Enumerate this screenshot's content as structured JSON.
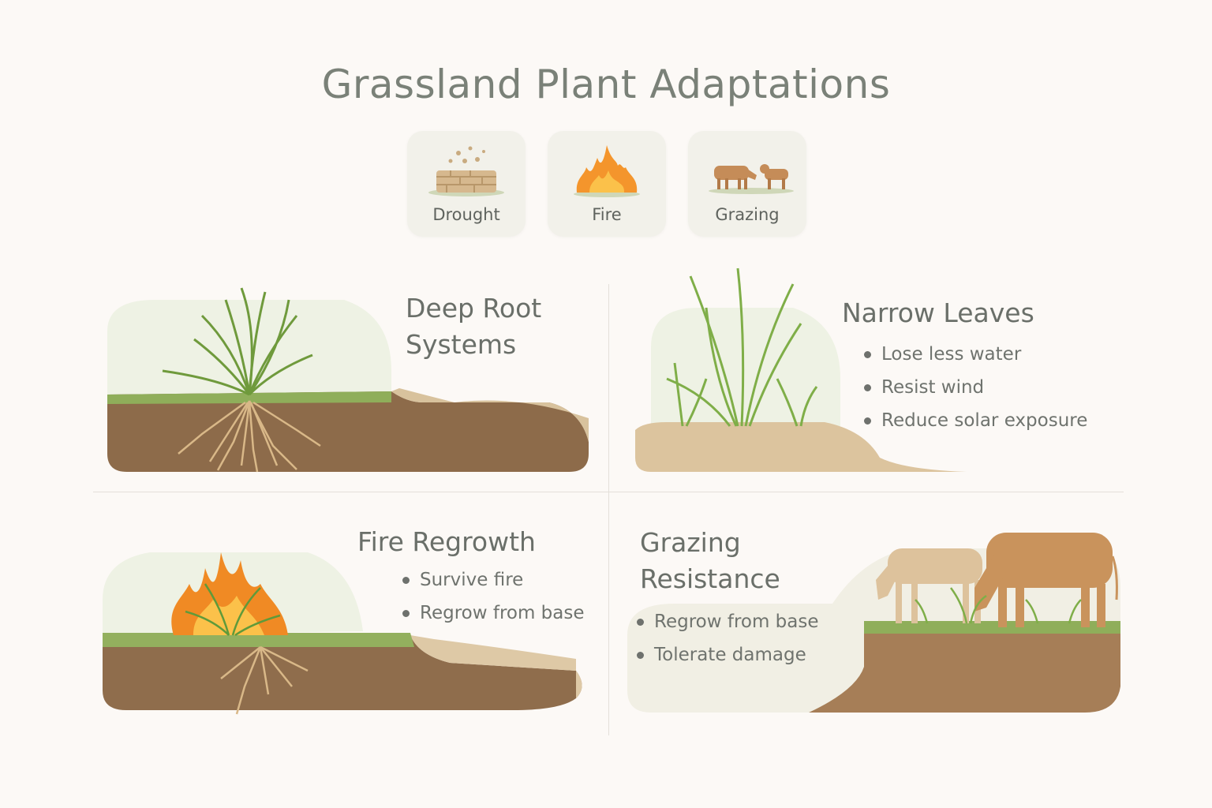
{
  "title": "Grassland Plant Adaptations",
  "threats": [
    {
      "label": "Drought",
      "icon": "cracked-earth-icon"
    },
    {
      "label": "Fire",
      "icon": "flame-icon"
    },
    {
      "label": "Grazing",
      "icon": "cattle-icon"
    }
  ],
  "panels": [
    {
      "title_line1": "Deep Root",
      "title_line2": "Systems",
      "bullets": [],
      "illustration": "grass-with-deep-roots"
    },
    {
      "title": "Narrow Leaves",
      "bullets": [
        "Lose less water",
        "Resist wind",
        "Reduce solar exposure"
      ],
      "illustration": "narrow-leaf-grass-tuft"
    },
    {
      "title": "Fire Regrowth",
      "bullets": [
        "Survive fire",
        "Regrow from base"
      ],
      "illustration": "burning-grass-with-roots"
    },
    {
      "title_line1": "Grazing",
      "title_line2": "Resistance",
      "bullets": [
        "Regrow from base",
        "Tolerate damage"
      ],
      "illustration": "cattle-grazing-on-grass"
    }
  ],
  "colors": {
    "background": "#fcf9f6",
    "title": "#7a8178",
    "card_bg": "#f2f1ea",
    "soil_dark": "#8a6a48",
    "soil_light": "#d9bf98",
    "grass": "#7fa84a",
    "flame": "#f08a24",
    "cattle": "#c9935c"
  }
}
